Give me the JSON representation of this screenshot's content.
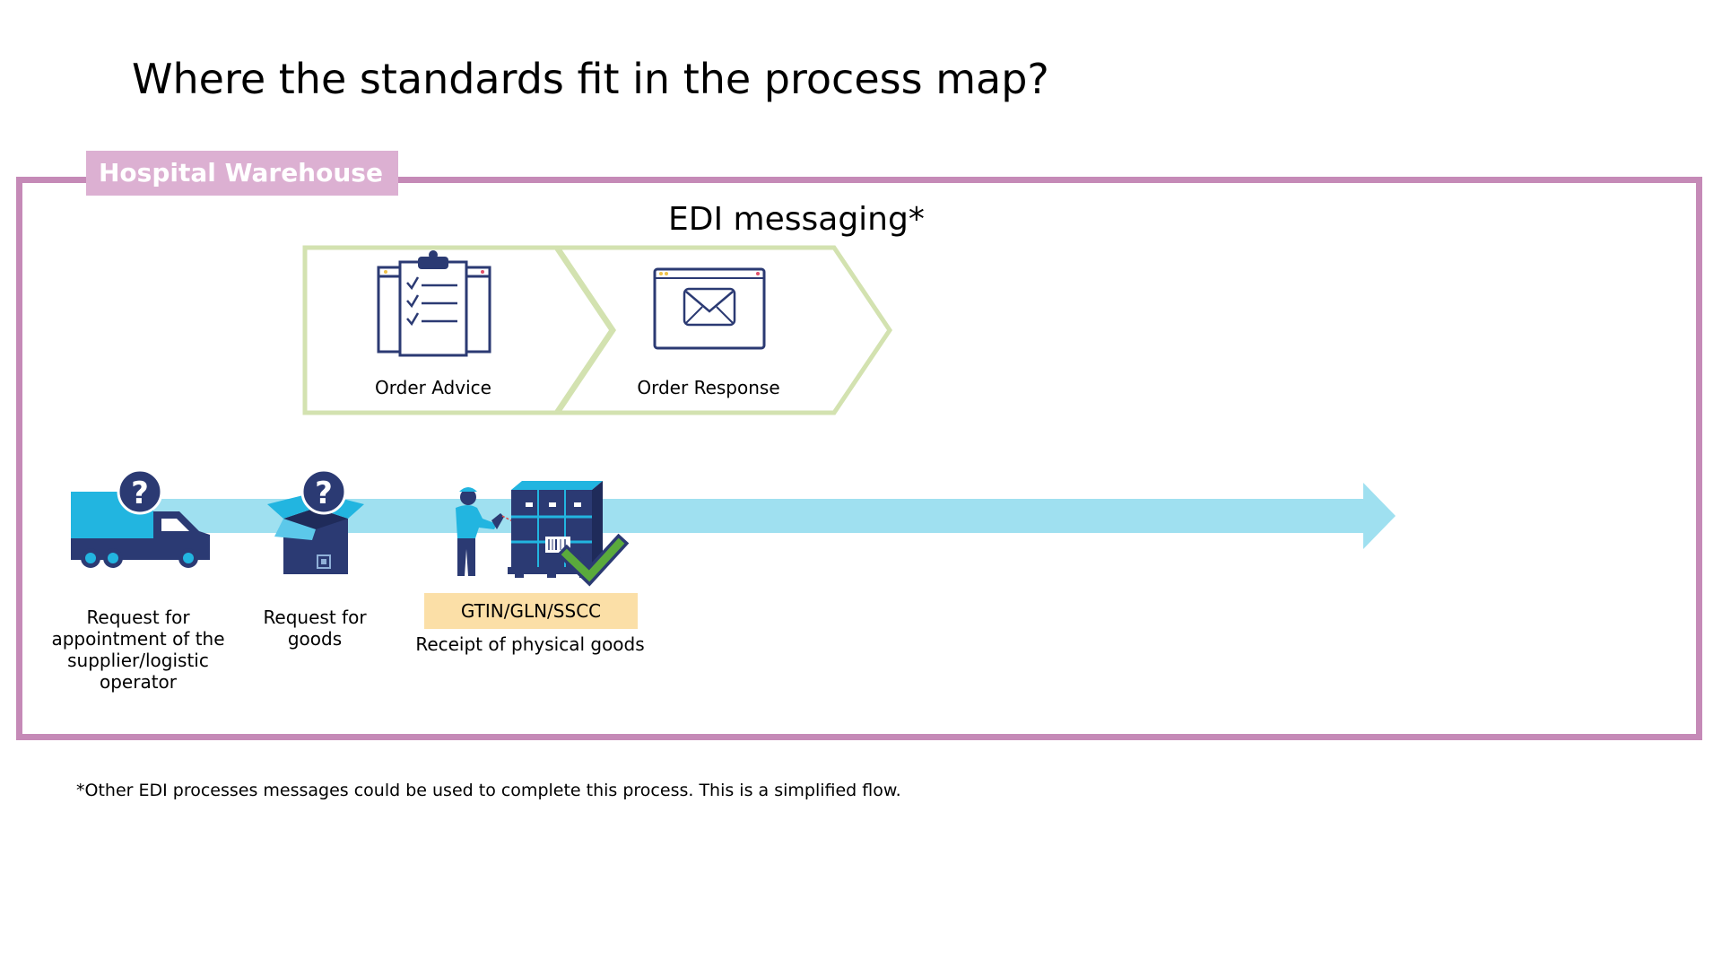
{
  "title": "Where the standards fit in the process map?",
  "section": {
    "label": "Hospital Warehouse"
  },
  "edi": {
    "heading": "EDI messaging*",
    "messages": [
      {
        "label": "Order Advice",
        "icon": "clipboard-checklist-icon"
      },
      {
        "label": "Order Response",
        "icon": "envelope-window-icon"
      }
    ]
  },
  "process": {
    "steps": [
      {
        "label": "Request for\nappointment of the\nsupplier/logistic\noperator",
        "icon": "delivery-truck-question-icon"
      },
      {
        "label": "Request for\ngoods",
        "icon": "open-box-question-icon"
      },
      {
        "label": "Receipt of physical goods",
        "icon": "worker-scanning-pallet-icon",
        "badge": "GTIN/GLN/SSCC"
      }
    ]
  },
  "footnote": "*Other EDI processes messages could be used to complete this process. This is a simplified flow.",
  "colors": {
    "frame": "#c58ab7",
    "tab": "#dcb0d2",
    "chevron": "#d3e2b0",
    "arrow": "#9fe0f0",
    "navy": "#2b3a73",
    "cyan": "#22b5e0",
    "badge": "#fbdfa7",
    "check": "#5aaa3c"
  }
}
